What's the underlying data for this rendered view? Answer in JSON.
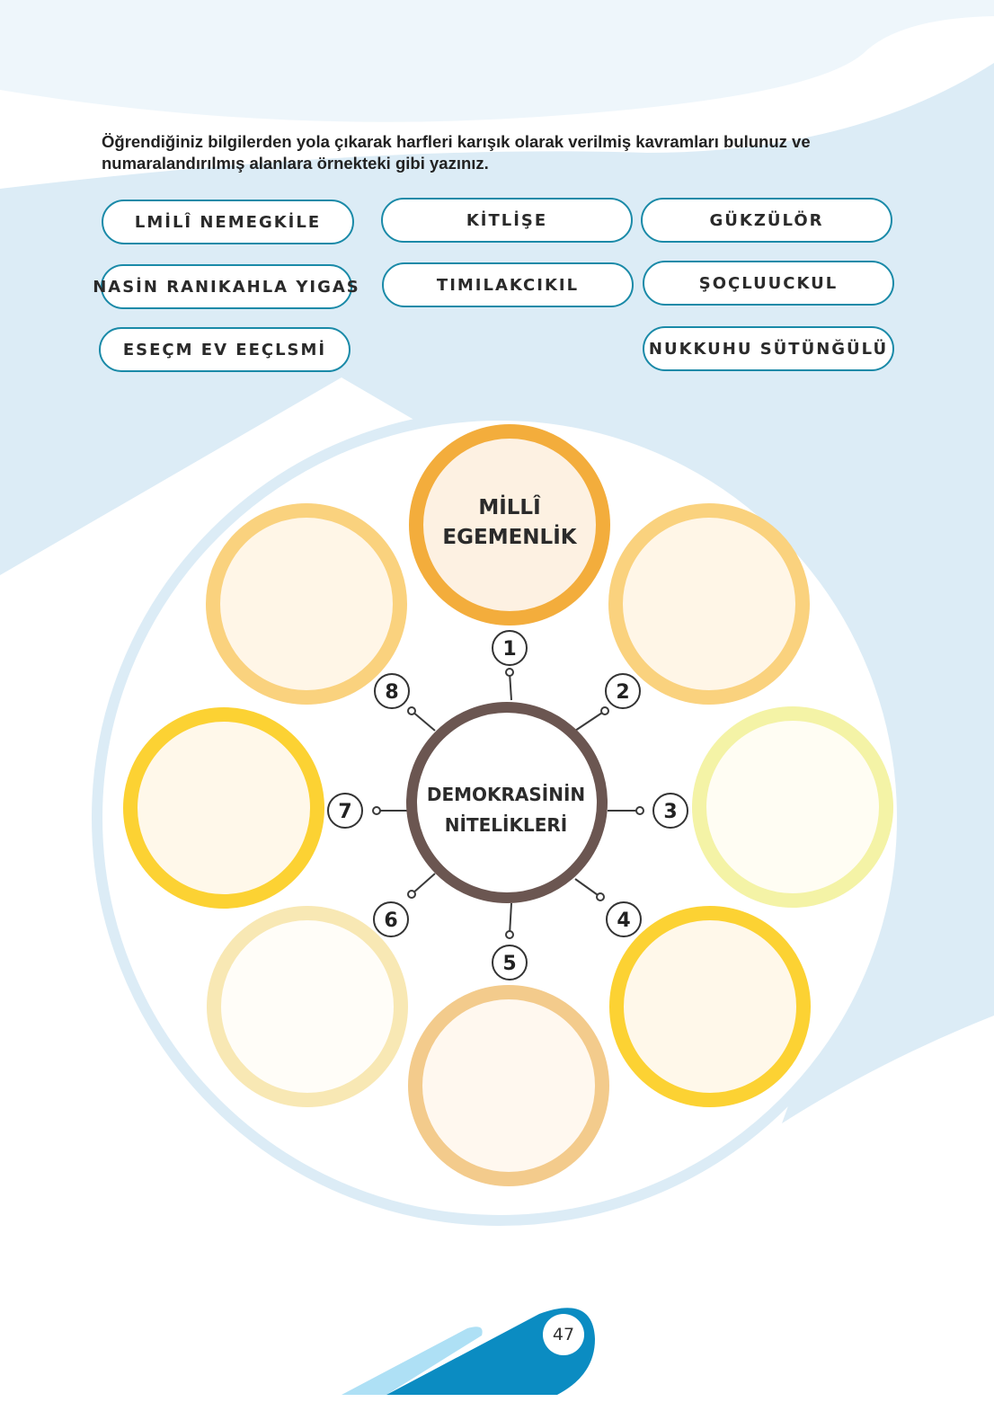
{
  "instruction": "Öğrendiğiniz bilgilerden yola çıkarak harfleri karışık olarak verilmiş kavramları bulunuz ve numaralandırılmış alanlara örnekteki gibi yazınız.",
  "scrambled_words": [
    "LMİLÎ NEMEGKİLE",
    "KİTLİŞE",
    "GÜKZÜLÖR",
    "NASİN RANIKAHLA YIGAS",
    "TIMILAKCIKIL",
    "ŞOÇLUUCKUL",
    "ESEÇM EV EEÇLSMİ",
    "NUKKUHU SÜTÜNĞÜLÜ"
  ],
  "center": {
    "line1": "DEMOKRASİNİN",
    "line2": "NİTELİKLERİ"
  },
  "example": {
    "line1": "MİLLÎ",
    "line2": "EGEMENLİK"
  },
  "numbers": [
    "1",
    "2",
    "3",
    "4",
    "5",
    "6",
    "7",
    "8"
  ],
  "colors": {
    "accent": "#1a8aa8",
    "hub": "#6b5651",
    "ring1": "#f3ad3c",
    "ring2": "#fad27e",
    "ring3": "#f4f3a6",
    "ring4": "#fcd233",
    "ring5": "#f3cb8c",
    "ring6": "#f8e8b4",
    "ring7": "#fcd233",
    "ring8": "#fad27e"
  },
  "page_number": "47"
}
